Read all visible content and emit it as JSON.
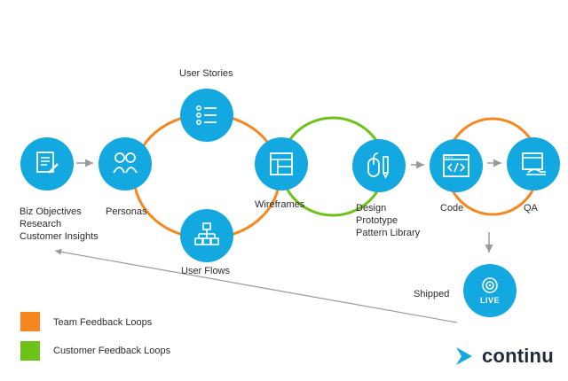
{
  "nodes": {
    "biz": {
      "lines": [
        "Biz Objectives",
        "Research",
        "Customer Insights"
      ]
    },
    "personas": {
      "label": "Personas"
    },
    "user_stories": {
      "label": "User Stories"
    },
    "user_flows": {
      "label": "User Flows"
    },
    "wireframes": {
      "label": "Wireframes"
    },
    "design": {
      "lines": [
        "Design",
        "Prototype",
        "Pattern Library"
      ]
    },
    "code": {
      "label": "Code"
    },
    "qa": {
      "label": "QA"
    },
    "shipped": {
      "label": "Shipped",
      "badge": "LIVE"
    }
  },
  "legend": {
    "team": {
      "label": "Team Feedback Loops",
      "color": "#f7861e"
    },
    "customer": {
      "label": "Customer Feedback Loops",
      "color": "#6cc217"
    }
  },
  "colors": {
    "node": "#14a8e1",
    "arrow": "#9a9a9a"
  },
  "logo": {
    "text": "continu"
  }
}
